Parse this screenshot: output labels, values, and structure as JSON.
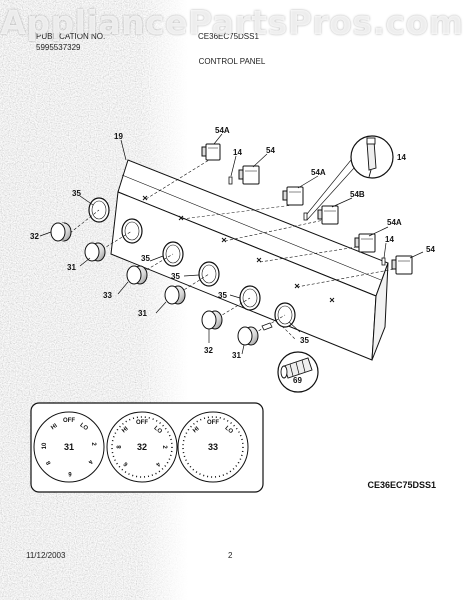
{
  "watermark": "AppliancePartsPros.com",
  "header": {
    "line1": "PUBLICATION NO.",
    "line2": "5995537329",
    "model_ref": "CE36EC75DSS1"
  },
  "section_title": "CONTROL PANEL",
  "callouts": {
    "c19": "19",
    "c54a_1": "54A",
    "c14_1": "14",
    "c54_1": "54",
    "c14_detail": "14",
    "c35_1": "35",
    "c54a_2": "54A",
    "c54b": "54B",
    "c32_1": "32",
    "c54a_3": "54A",
    "c14_2": "14",
    "c54_2": "54",
    "c31_1": "31",
    "c35_2": "35",
    "c35_3": "35",
    "c33": "33",
    "c35_4": "35",
    "c31_2": "31",
    "c35_5": "35",
    "c32_2": "32",
    "c31_3": "31",
    "c69": "69"
  },
  "dials": [
    {
      "number": "31",
      "labels": [
        "OFF",
        "HI",
        "LO",
        "2",
        "4",
        "6",
        "8",
        "10"
      ]
    },
    {
      "number": "32",
      "labels": [
        "OFF",
        "HI",
        "LO",
        "2",
        "4",
        "6",
        "8"
      ]
    },
    {
      "number": "33",
      "labels": [
        "OFF",
        "HI",
        "LO"
      ]
    }
  ],
  "model_label": "CE36EC75DSS1",
  "footer": {
    "date": "11/12/2003",
    "page": "2"
  }
}
